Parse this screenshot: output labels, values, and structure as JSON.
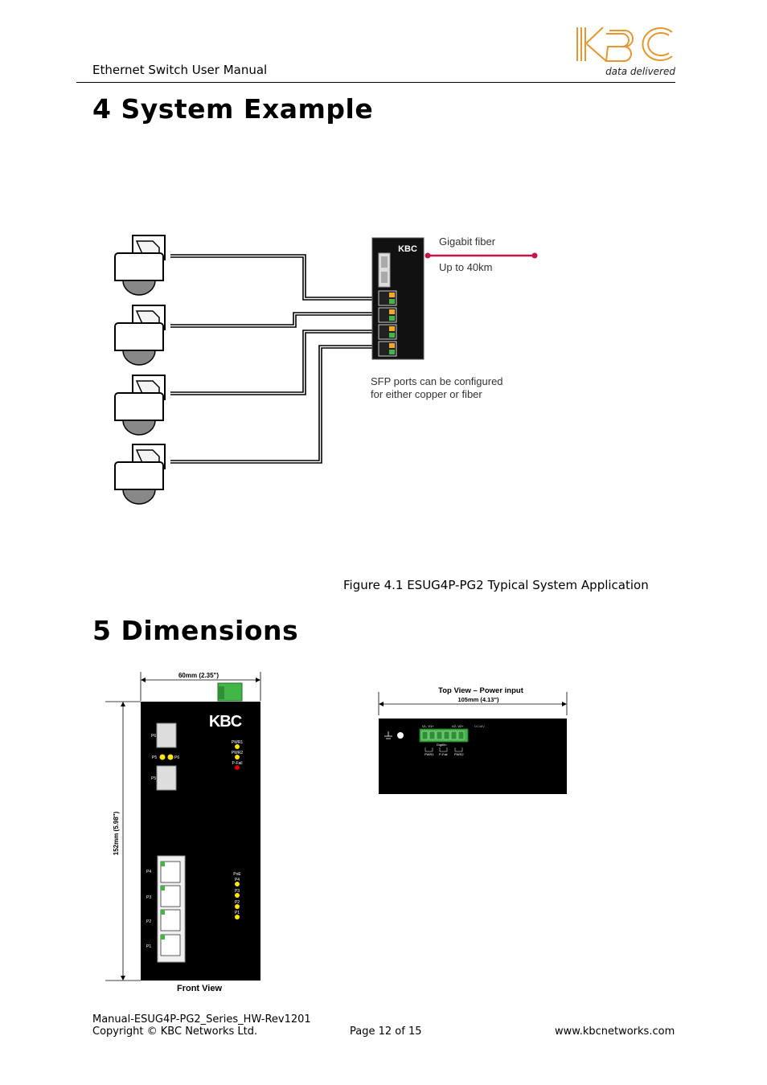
{
  "header": {
    "title": "Ethernet Switch User Manual",
    "logo_text": "KBC",
    "tagline": "data delivered"
  },
  "sections": [
    {
      "heading": "4 System Example"
    },
    {
      "heading": "5 Dimensions"
    }
  ],
  "system_figure": {
    "switch_logo": "KBC",
    "fiber_label": "Gigabit fiber",
    "distance_label": "Up to 40km",
    "sfp_note_line1": "SFP ports can be configured",
    "sfp_note_line2": "for either copper or fiber",
    "caption": "Figure 4.1 ESUG4P-PG2 Typical System Application",
    "colors": {
      "fiber": "#c8124a",
      "port_led_green": "#43b649",
      "port_led_amber": "#f5a623"
    }
  },
  "dimensions_figure": {
    "front": {
      "width_label": "60mm (2.35\")",
      "height_label": "152mm (5.98\")",
      "view_label": "Front View",
      "logo": "KBC",
      "sfp_top": "P6",
      "sfp_led_left": "P5",
      "sfp_led_right": "P6",
      "sfp_bottom": "P5",
      "status_leds": [
        "PWR1",
        "PWR2",
        "P-Fail"
      ],
      "ports": [
        "P4",
        "P3",
        "P2",
        "P1"
      ],
      "poe_title": "PoE",
      "poe_leds": [
        "P4",
        "P3",
        "P2",
        "P1"
      ]
    },
    "top": {
      "title": "Top View – Power input",
      "width_label": "105mm (4.13\")",
      "terminal_left": "V1- V1+",
      "terminal_right": "V2- V2+",
      "voltage": "DC48V",
      "terminal_mid": "Digit/In",
      "leds": [
        "PWR1",
        "P-Fail",
        "PWR2"
      ]
    }
  },
  "footer": {
    "doc_id": "Manual-ESUG4P-PG2_Series_HW-Rev1201",
    "copyright": "Copyright © KBC Networks Ltd.",
    "page": "Page 12 of 15",
    "website": "www.kbcnetworks.com"
  }
}
